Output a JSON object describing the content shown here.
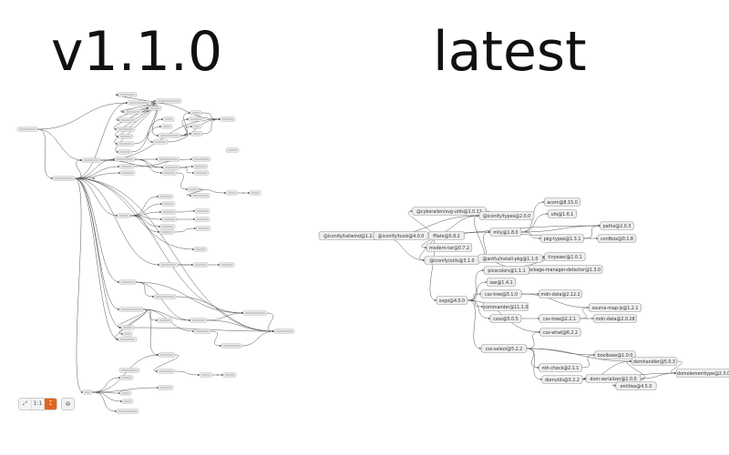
{
  "titles": {
    "left": "v1.1.0",
    "right": "latest"
  },
  "toolbar": {
    "fit_icon": "fit-to-screen-icon",
    "actual_size_label": "1:1",
    "vertical_layout_icon": "vertical-layout-icon",
    "export_icon": "export-icon"
  },
  "colors": {
    "accent": "#e0651d",
    "node_fill": "#eeeeee",
    "node_stroke": "#999999",
    "edge": "#555555"
  },
  "latest_graph": {
    "nodes": [
      "@iconify/tailwind@1.2.0",
      "@iconify/tools@4.0.0",
      "@cyberalien/svg-utils@1.0.11",
      "@iconify/types@2.0.0",
      "fflate@0.8.2",
      "modern-tar@0.7.2",
      "@iconify/utils@3.1.0",
      "@antfu/install-pkg@1.1.0",
      "mlly@1.8.0",
      "acorn@8.15.0",
      "ufo@1.6.1",
      "pathe@2.0.3",
      "pkg-types@1.3.1",
      "confbox@0.1.8",
      "tinyexec@1.0.1",
      "package-manager-detector@1.3.0",
      "picocolors@1.1.1",
      "sax@1.4.1",
      "css-tree@3.1.0",
      "mdn-data@2.12.2",
      "commander@11.1.0",
      "csso@5.0.5",
      "css-tree@2.2.1",
      "source-map-js@1.2.1",
      "mdn-data@2.0.28",
      "css-what@6.2.2",
      "svgo@4.0.0",
      "css-select@5.2.2",
      "boolbase@1.0.0",
      "nth-check@2.1.1",
      "domhandler@5.0.3",
      "domutils@3.2.2",
      "dom-serializer@2.0.0",
      "entities@4.5.0",
      "domelementtype@2.3.0"
    ],
    "edges": [
      [
        0,
        1
      ],
      [
        0,
        3
      ],
      [
        0,
        6
      ],
      [
        0,
        11
      ],
      [
        1,
        2
      ],
      [
        1,
        3
      ],
      [
        1,
        4
      ],
      [
        1,
        5
      ],
      [
        1,
        6
      ],
      [
        1,
        26
      ],
      [
        1,
        8
      ],
      [
        2,
        3
      ],
      [
        6,
        3
      ],
      [
        6,
        7
      ],
      [
        6,
        8
      ],
      [
        6,
        15
      ],
      [
        7,
        14
      ],
      [
        7,
        15
      ],
      [
        8,
        9
      ],
      [
        8,
        10
      ],
      [
        8,
        11
      ],
      [
        8,
        12
      ],
      [
        12,
        8
      ],
      [
        12,
        11
      ],
      [
        12,
        13
      ],
      [
        26,
        16
      ],
      [
        26,
        17
      ],
      [
        26,
        18
      ],
      [
        26,
        20
      ],
      [
        26,
        21
      ],
      [
        26,
        25
      ],
      [
        26,
        27
      ],
      [
        18,
        19
      ],
      [
        18,
        23
      ],
      [
        21,
        22
      ],
      [
        22,
        23
      ],
      [
        22,
        24
      ],
      [
        27,
        28
      ],
      [
        27,
        29
      ],
      [
        27,
        30
      ],
      [
        27,
        31
      ],
      [
        27,
        25
      ],
      [
        29,
        28
      ],
      [
        31,
        30
      ],
      [
        31,
        32
      ],
      [
        31,
        34
      ],
      [
        32,
        30
      ],
      [
        32,
        33
      ],
      [
        32,
        34
      ],
      [
        30,
        34
      ]
    ]
  }
}
